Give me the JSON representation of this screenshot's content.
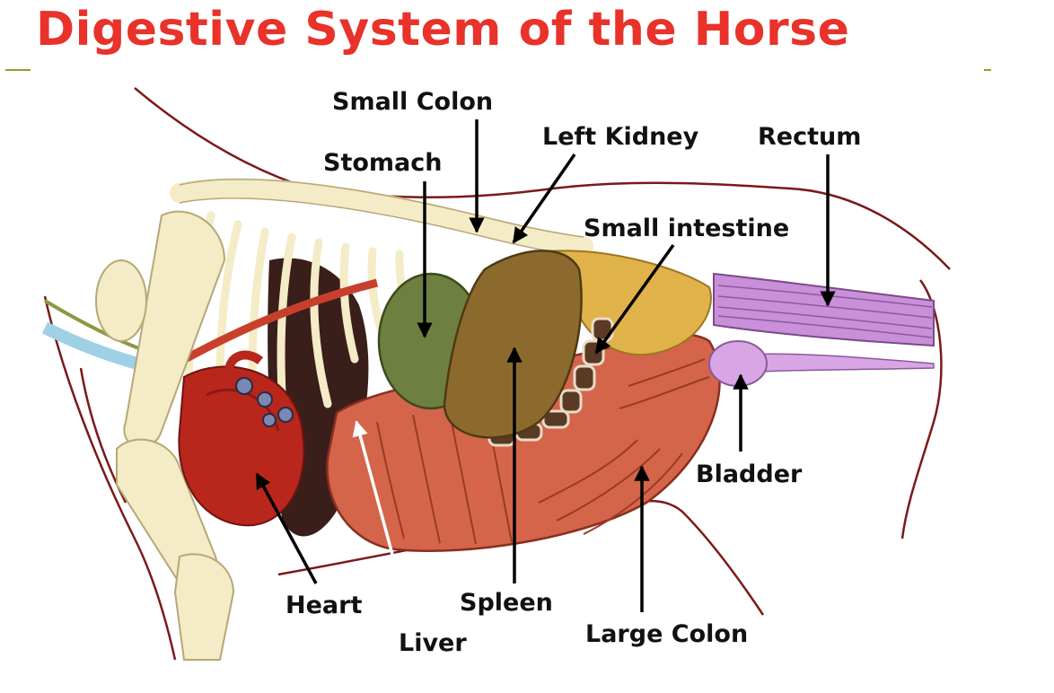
{
  "title": "Digestive System of the Horse",
  "colors": {
    "title": "#e8322a",
    "rule": "#9c9a2c",
    "outline": "#7a1a1a",
    "bone": "#f3ecc6",
    "heart": "#b8261c",
    "stomach": "#6e8040",
    "spleen": "#8c6a2e",
    "large_colon": "#d4654a",
    "small_colon": "#5a3a24",
    "small_intestine": "#e0b24a",
    "rectum": "#c98fd8",
    "bladder": "#d8a6e4",
    "liver": "#3a1e1a"
  },
  "labels": {
    "small_colon": "Small Colon",
    "left_kidney": "Left Kidney",
    "rectum": "Rectum",
    "stomach": "Stomach",
    "small_intestine": "Small intestine",
    "bladder": "Bladder",
    "heart": "Heart",
    "spleen": "Spleen",
    "large_colon": "Large Colon",
    "liver": "Liver"
  }
}
